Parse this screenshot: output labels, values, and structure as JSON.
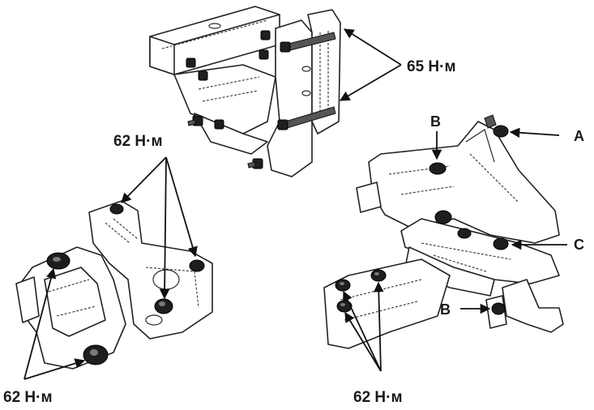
{
  "labels": {
    "torque_top": "65 Н·м",
    "torque_left_top": "62 Н·м",
    "torque_left_bottom": "62 Н·м",
    "torque_right_bottom": "62 Н·м",
    "letter_a": "A",
    "letter_b_top": "B",
    "letter_b_bottom": "B",
    "letter_c": "C"
  }
}
